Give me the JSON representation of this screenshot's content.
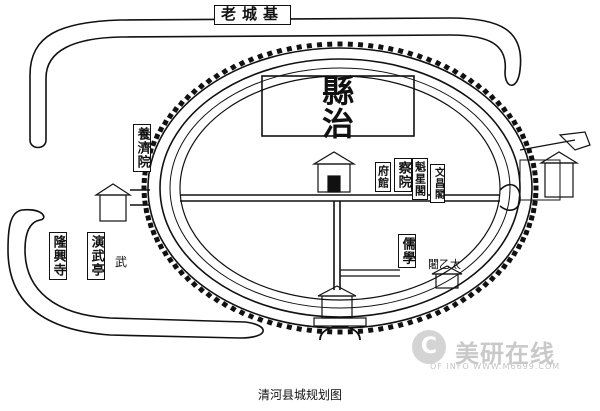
{
  "map": {
    "old_city_label": "老城基",
    "county_gov_label": "縣治",
    "caption": "清河县城规划图",
    "places": {
      "yangji_yuan": "養濟院",
      "chahuan_yuan": "察院",
      "fu_guan": "府館",
      "kuixing_ge": "魁星閣",
      "wenchang_ge": "文昌閣",
      "ruxue": "儒學",
      "yihuan": "闍乙太",
      "longxing_si": "隆興寺",
      "yanwu_ting": "演武亭",
      "wu": "武"
    },
    "watermark": {
      "text": "美研在线",
      "url": "OF INFO WWW.M6699.COM",
      "logo": "C"
    }
  }
}
